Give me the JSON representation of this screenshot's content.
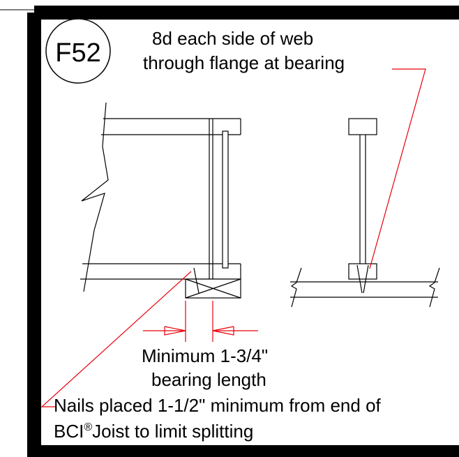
{
  "detail": {
    "tag": "F52",
    "nail_note": [
      "8d each side of web",
      "through flange at bearing"
    ],
    "bearing_note": [
      "Minimum 1-3/4\"",
      "bearing length"
    ],
    "splitting_note_line1": "Nails placed 1-1/2\" minimum from end of",
    "splitting_note_line2_prefix": "BCI",
    "splitting_note_line2_mark": "®",
    "splitting_note_line2_suffix": "Joist to limit splitting"
  },
  "colors": {
    "frame": "#000000",
    "lines": "#000000",
    "leader": "#e8000b"
  }
}
